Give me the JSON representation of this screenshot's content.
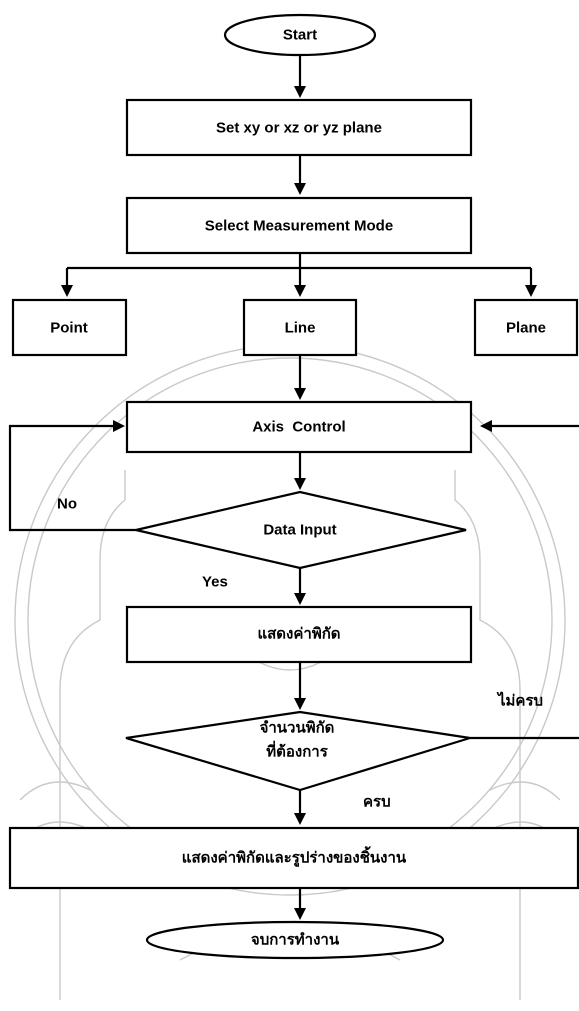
{
  "flowchart": {
    "start": "Start",
    "set_plane": "Set xy or xz or yz plane",
    "select_mode": "Select Measurement Mode",
    "modes": [
      "Point",
      "Line",
      "Plane"
    ],
    "axis_control": "Axis  Control",
    "data_input": "Data Input",
    "no_label": "No",
    "yes_label": "Yes",
    "show_coordinates": "แสดงค่าพิกัด",
    "coordinate_count_line1": "จำนวนพิกัด",
    "coordinate_count_line2": "ที่ต้องการ",
    "incomplete_label": "ไม่ครบ",
    "complete_label": "ครบ",
    "show_shape": "แสดงค่าพิกัดและรูปร่างของชิ้นงาน",
    "end": "จบการทำงาน"
  }
}
